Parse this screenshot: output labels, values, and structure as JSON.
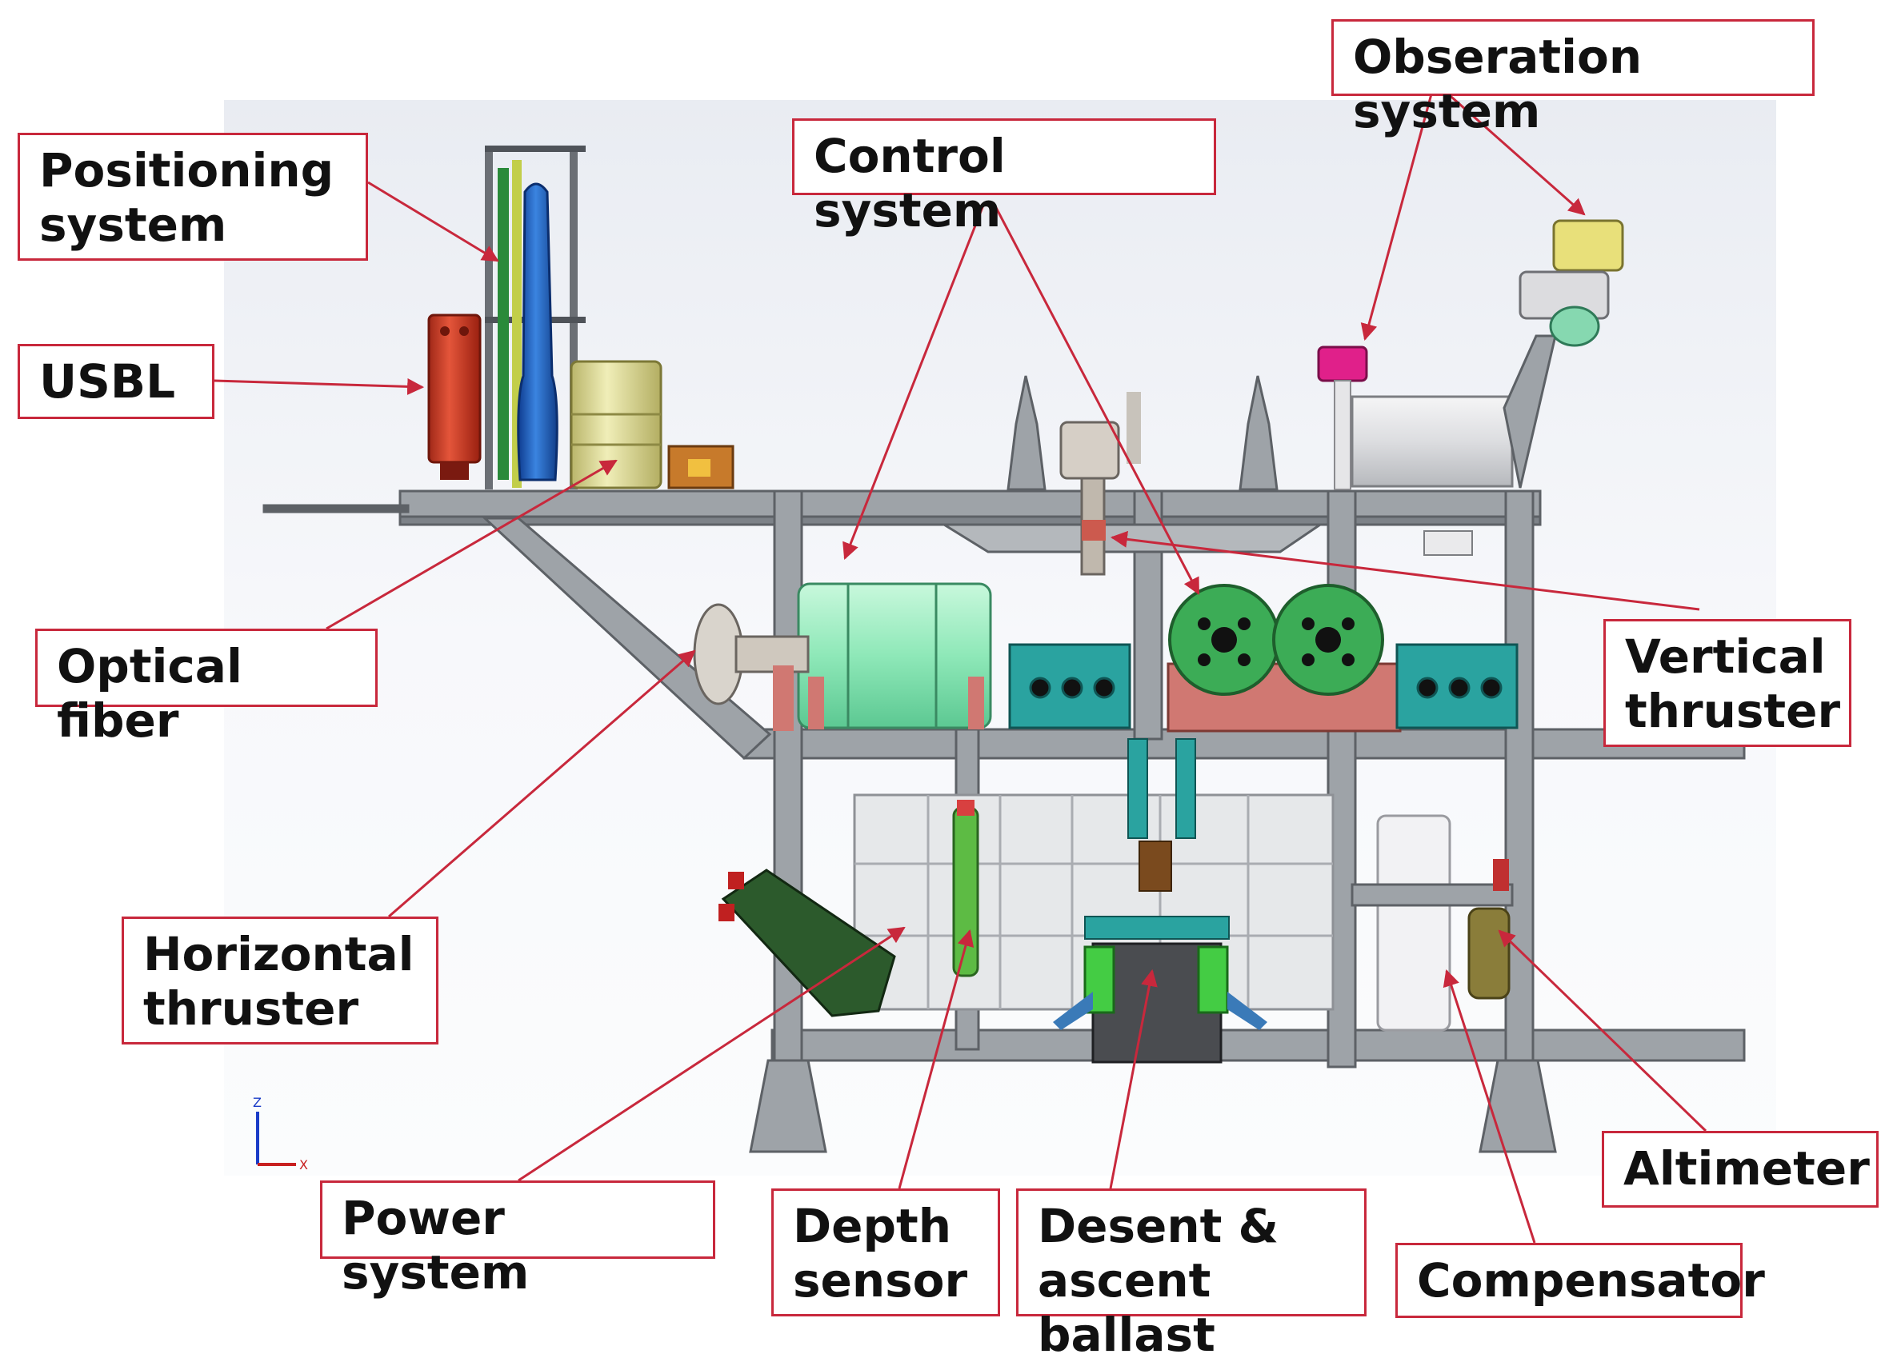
{
  "labels": {
    "positioning_system": "Positioning\nsystem",
    "usbl": "USBL",
    "optical_fiber": "Optical fiber",
    "horizontal_thruster": "Horizontal\nthruster",
    "control_system": "Control system",
    "observation_system": "Obseration system",
    "vertical_thruster": "Vertical\nthruster",
    "power_system": "Power system",
    "depth_sensor": "Depth\nsensor",
    "ballast": "Desent &\nascent ballast",
    "compensator": "Compensator",
    "altimeter": "Altimeter"
  },
  "colors": {
    "callout": "#c8283c",
    "frame": "#9ea3a8",
    "usbl": "#d8412a",
    "positioning": "#2266c8",
    "optical_fiber": "#e2df9c",
    "control_cylinder": "#8ee8b8",
    "control_disc": "#3cac56",
    "control_base": "#d07872",
    "teal_box": "#2aa3a0",
    "battery": "#e6e8ea",
    "ballast": "#4a4c50",
    "ballast_guides": "#44cc44",
    "compensator": "#f2f2f4",
    "altimeter": "#8a7d3a",
    "observation_yellow": "#e8e07a",
    "observation_magenta": "#e0208a",
    "observation_green": "#86d8b0",
    "horizontal_thruster_green": "#2c5a2c"
  },
  "axis_triad": {
    "z": "Z",
    "x": "X"
  }
}
